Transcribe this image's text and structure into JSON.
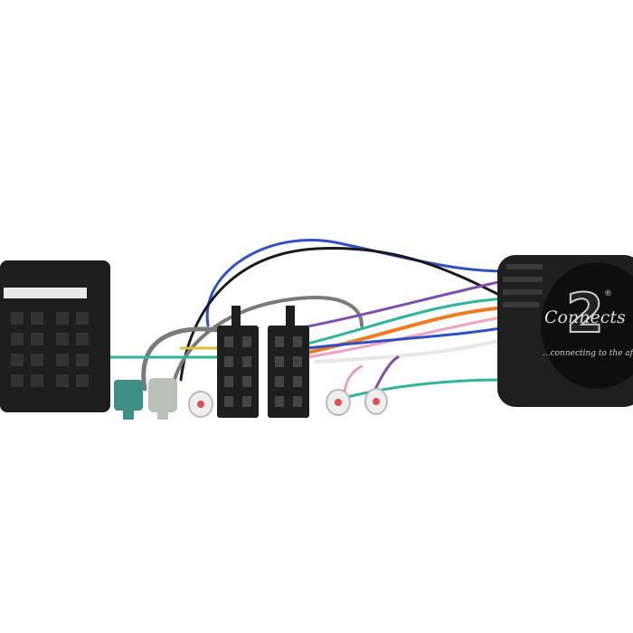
{
  "image": {
    "subject": "car steering wheel control interface wiring harness",
    "background_color": "#ffffff"
  },
  "logo": {
    "number": "2",
    "brand_text": "Connects",
    "registered_mark": "®",
    "tagline": "...connecting to the aftermarket"
  },
  "colors": {
    "connector_black": "#1e1e1e",
    "fakra_green": "#3f8f86",
    "fakra_grey": "#b9c0b8",
    "wire_blue": "#2f4fc4",
    "wire_orange": "#f07a22",
    "wire_teal": "#2fb59a",
    "wire_purple": "#7b4fb0",
    "wire_grey": "#7a7a7a",
    "wire_pink": "#f2a2c2"
  }
}
